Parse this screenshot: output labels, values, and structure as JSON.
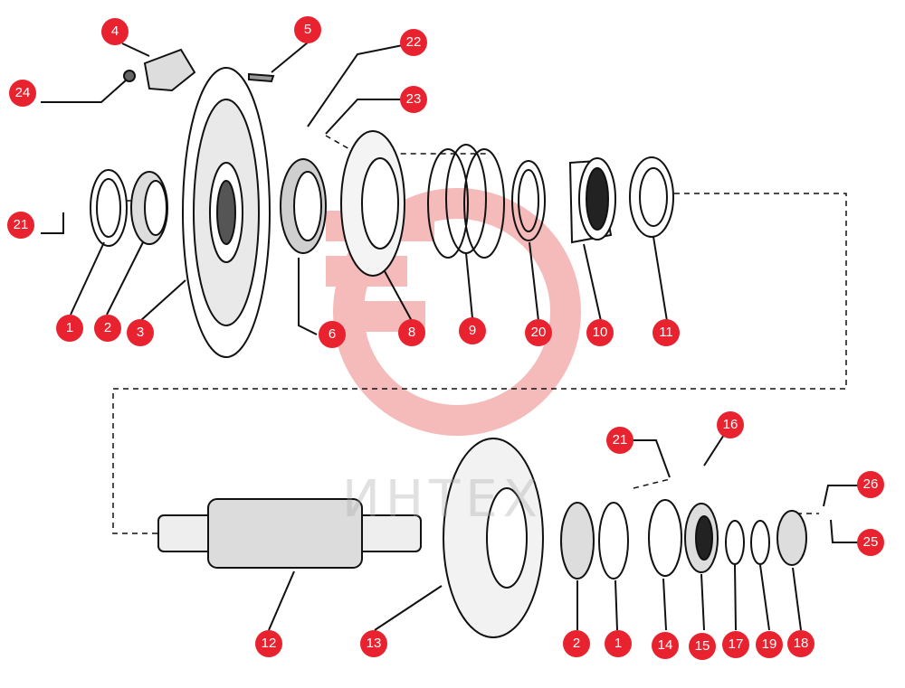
{
  "watermark": {
    "text": "ИНТЕХ",
    "color": "#f4b3b3"
  },
  "callout_color": "#e8232f",
  "callouts": [
    "1",
    "2",
    "3",
    "4",
    "5",
    "6",
    "8",
    "9",
    "10",
    "11",
    "12",
    "13",
    "14",
    "15",
    "16",
    "17",
    "18",
    "19",
    "20",
    "21",
    "22",
    "23",
    "24",
    "25",
    "26"
  ]
}
